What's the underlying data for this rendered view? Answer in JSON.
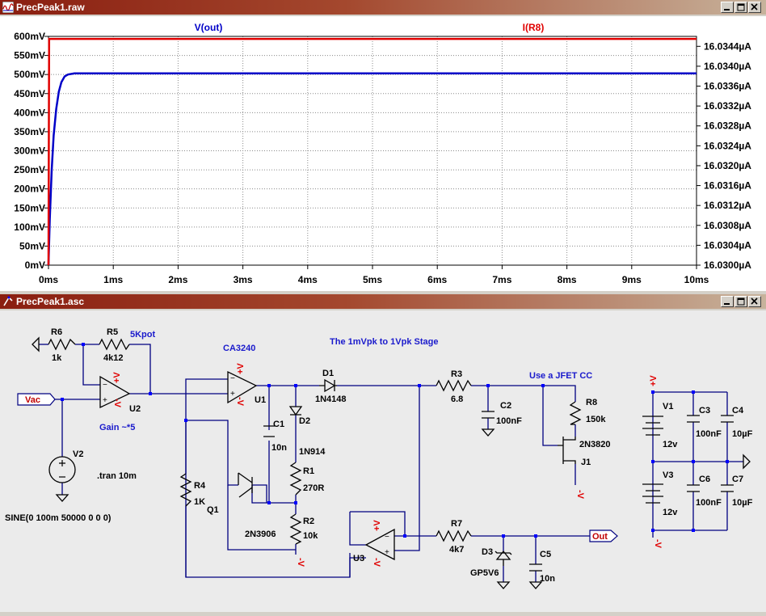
{
  "waveform_window": {
    "title": "PrecPeak1.raw",
    "traces": [
      {
        "label": "V(out)",
        "color": "#0000c8"
      },
      {
        "label": "I(R8)",
        "color": "#e00000"
      }
    ],
    "left_axis_ticks": [
      "600mV",
      "550mV",
      "500mV",
      "450mV",
      "400mV",
      "350mV",
      "300mV",
      "250mV",
      "200mV",
      "150mV",
      "100mV",
      "50mV",
      "0mV"
    ],
    "right_axis_ticks": [
      "16.0344µA",
      "16.0340µA",
      "16.0336µA",
      "16.0332µA",
      "16.0328µA",
      "16.0324µA",
      "16.0320µA",
      "16.0316µA",
      "16.0312µA",
      "16.0308µA",
      "16.0304µA",
      "16.0300µA"
    ],
    "x_axis_ticks": [
      "0ms",
      "1ms",
      "2ms",
      "3ms",
      "4ms",
      "5ms",
      "6ms",
      "7ms",
      "8ms",
      "9ms",
      "10ms"
    ]
  },
  "chart_data": {
    "type": "line",
    "x_unit": "ms",
    "x_range": [
      0,
      10
    ],
    "left_axis_range_mV": [
      0,
      600
    ],
    "right_axis_range_uA": [
      16.03,
      16.0346
    ],
    "grid": true,
    "series": [
      {
        "name": "V(out)",
        "axis": "left",
        "color": "#0000c8",
        "x": [
          0,
          0.02,
          0.05,
          0.08,
          0.12,
          0.16,
          0.2,
          0.25,
          0.3,
          0.4,
          1,
          2,
          5,
          10
        ],
        "y": [
          0,
          120,
          250,
          340,
          410,
          455,
          480,
          495,
          500,
          503,
          503,
          503,
          503,
          503
        ]
      },
      {
        "name": "I(R8)",
        "axis": "right",
        "color": "#e00000",
        "x": [
          0,
          0,
          0.01,
          10
        ],
        "y": [
          16.03,
          16.03,
          16.03455,
          16.03455
        ]
      }
    ]
  },
  "schematic_window": {
    "title": "PrecPeak1.asc",
    "text": {
      "stage_note": "The 1mVpk to 1Vpk Stage",
      "jfet_note": "Use a JFET CC",
      "gain_note": "Gain ~*5",
      "tran": ".tran 10m",
      "sine": "SINE(0 100m 50000 0 0 0)",
      "pot": "5Kpot",
      "ca3240": "CA3240"
    },
    "parts": {
      "r6": "R6",
      "r6v": "1k",
      "r5": "R5",
      "r5v": "4k12",
      "u2": "U2",
      "u1": "U1",
      "u3": "U3",
      "d1": "D1",
      "d1v": "1N4148",
      "d2": "D2",
      "d2v": "1N914",
      "c1": "C1",
      "c1v": "10n",
      "r1": "R1",
      "r1v": "270R",
      "r2": "R2",
      "r2v": "10k",
      "r4": "R4",
      "r4v": "1K",
      "q1": "Q1",
      "q1v": "2N3906",
      "r3": "R3",
      "r3v": "6.8",
      "c2": "C2",
      "c2v": "100nF",
      "r8": "R8",
      "r8v": "150k",
      "j1": "J1",
      "j1v": "2N3820",
      "r7": "R7",
      "r7v": "4k7",
      "d3": "D3",
      "d3v": "GP5V6",
      "c5": "C5",
      "c5v": "10n",
      "v1": "V1",
      "v1v": "12v",
      "v3": "V3",
      "v3v": "12v",
      "v2": "V2",
      "c3": "C3",
      "c3v": "100nF",
      "c4": "C4",
      "c4v": "10µF",
      "c6": "C6",
      "c6v": "100nF",
      "c7": "C7",
      "c7v": "10µF"
    },
    "net_labels": {
      "vac": "Vac",
      "out": "Out",
      "vplus": "+V",
      "vminus": "-V"
    }
  },
  "colors": {
    "wire": "#000080",
    "parts": "#000000",
    "node": "#0000ff",
    "net_pos": "#e00000",
    "bg": "#ffffff",
    "schem_bg": "#ebebeb"
  }
}
